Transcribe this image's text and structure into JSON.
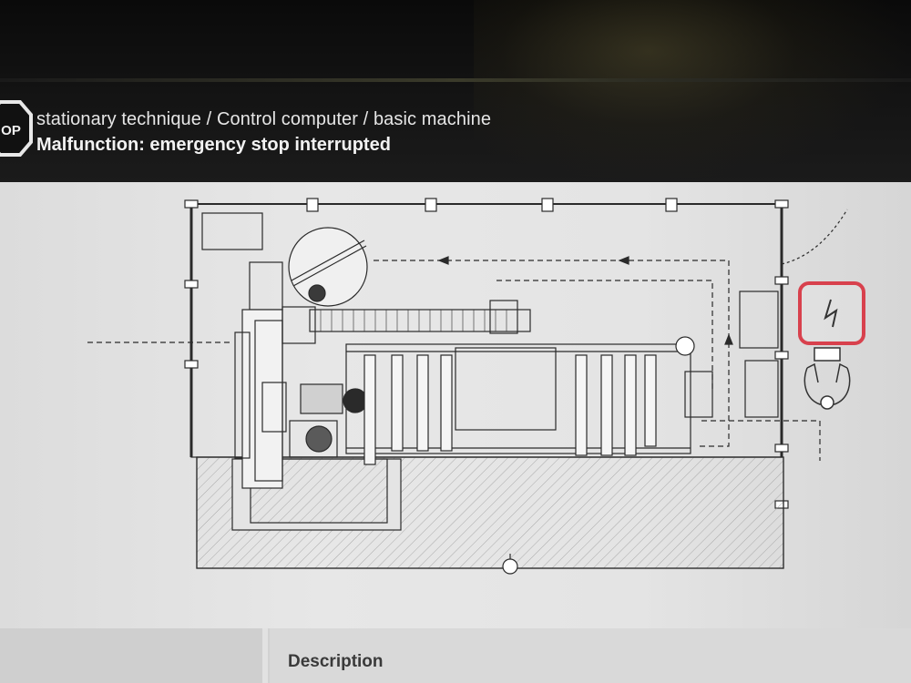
{
  "header": {
    "stop_icon_text": "OP",
    "breadcrumb": "stationary technique / Control computer / basic machine",
    "malfunction": "Malfunction: emergency stop interrupted"
  },
  "diagram": {
    "fault_marker_icon": "lightning-icon",
    "operator_icon": "operator-station-icon"
  },
  "footer": {
    "description_label": "Description"
  },
  "colors": {
    "header_bg": "#141414",
    "content_bg": "#e4e4e4",
    "fault_border": "#d8414d",
    "line": "#2a2a2a"
  }
}
